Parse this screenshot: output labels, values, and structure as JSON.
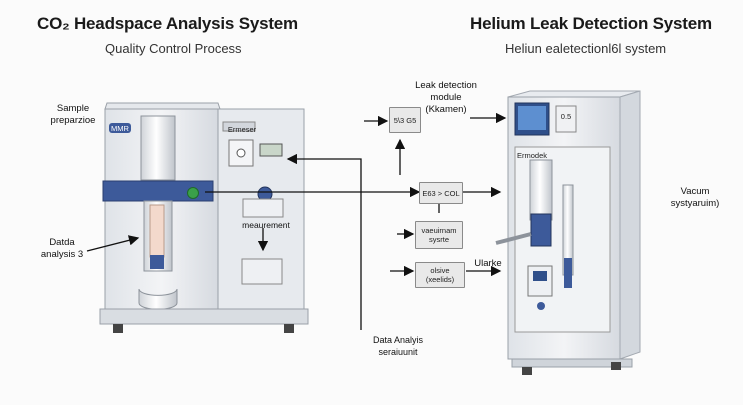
{
  "left": {
    "title": "CO₂ Headspace Analysis System",
    "subtitle": "Quality Control Process",
    "label_sample": "Sample preparzioe",
    "label_data": "Datda analysis 3",
    "label_measurement": "meaurement",
    "label_instrument_brand": "Ermeser",
    "label_logo": "MMR"
  },
  "right": {
    "title": "Helium Leak Detection System",
    "subtitle": "Heliun ealetectionl6l system",
    "label_vacuum": "Vacum systyaruim)",
    "label_leak_module": "Leak detection module (Kkamen)",
    "label_blank": "Ularke",
    "label_panel": "Ermodek"
  },
  "flow": {
    "module_box": "5\\3   G5",
    "col_box": "E63 > COL",
    "system_box": "vaeuirnam sysrte",
    "valve_box": "olsive (xeelids)",
    "data_unit": "Data Analyis seraiuunit",
    "screen_readout": "0.5"
  },
  "colors": {
    "accent_blue": "#3d5a9a",
    "cabinet": "#e9ebee",
    "green": "#3aa04a"
  }
}
